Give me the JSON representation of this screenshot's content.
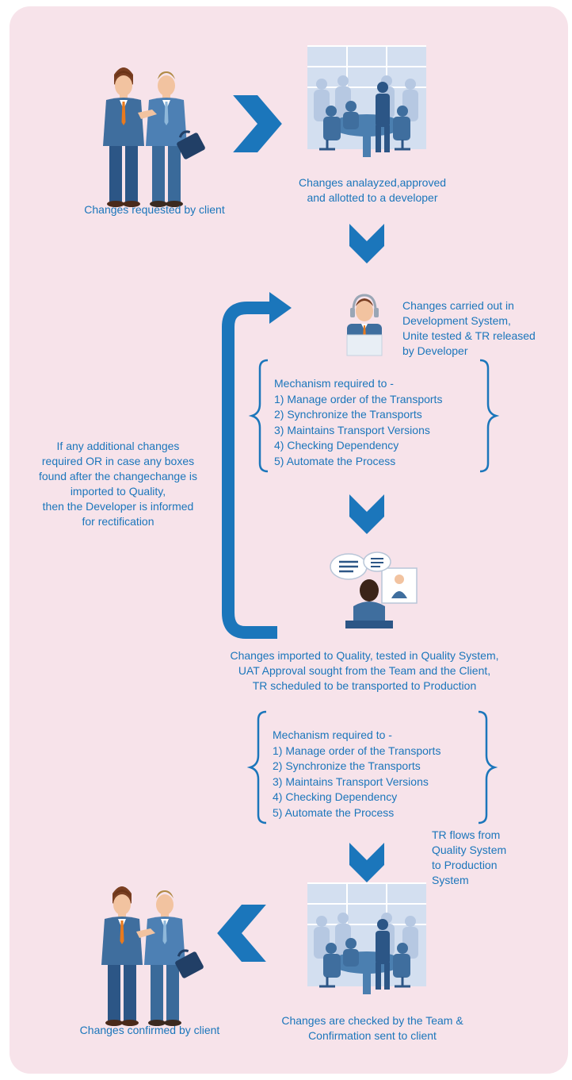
{
  "colors": {
    "background": "#f7e3ea",
    "accent": "#1b76bb",
    "suit": "#3f6e9e",
    "office_glass": "#d3dff0"
  },
  "steps": {
    "requested": "Changes requested by client",
    "analyzed_line1": "Changes analayzed,approved",
    "analyzed_line2": "and allotted to a developer",
    "dev_line1": "Changes carried out in",
    "dev_line2": "Development System,",
    "dev_line3": "Unite tested & TR released",
    "dev_line4": "by Developer",
    "quality_line1": "Changes imported to Quality, tested in Quality System,",
    "quality_line2": "UAT Approval sought from the Team and the Client,",
    "quality_line3": "TR scheduled to be transported to Production",
    "tr_flow_line1": "TR flows from",
    "tr_flow_line2": "Quality System",
    "tr_flow_line3": "to Production",
    "tr_flow_line4": "System",
    "checked_line1": "Changes are checked by the Team &",
    "checked_line2": "Confirmation sent to client",
    "confirmed": "Changes confirmed by client"
  },
  "feedback": {
    "line1": "If any additional changes",
    "line2": "required OR in case any boxes",
    "line3": "found after the changechange is",
    "line4": "imported to Quality,",
    "line5": "then the Developer is informed",
    "line6": "for rectification"
  },
  "mechanism": {
    "title": "Mechanism required to -",
    "items": [
      "1) Manage order of the Transports",
      "2) Synchronize the Transports",
      "3) Maintains Transport Versions",
      "4) Checking Dependency",
      "5) Automate the Process"
    ]
  },
  "icons": {
    "handshake": "handshake-illustration",
    "meeting": "meeting-room-illustration",
    "developer": "developer-headset-illustration",
    "video_call": "video-call-illustration",
    "arrow": "chevron-arrow-icon"
  }
}
